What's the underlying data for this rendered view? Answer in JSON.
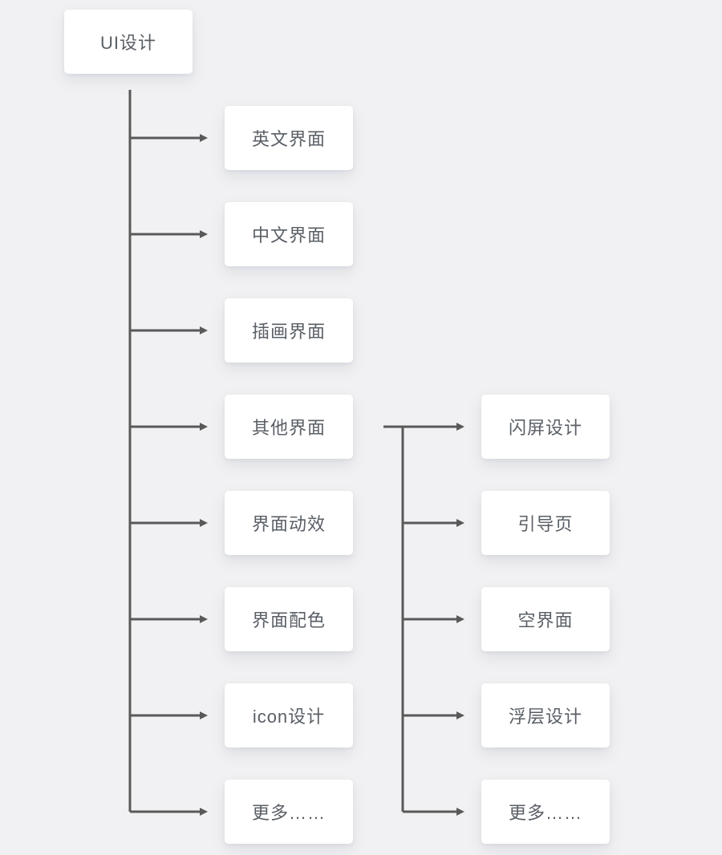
{
  "diagram": {
    "title": "UI design mind map",
    "colors": {
      "background": "#f1f1f3",
      "card_background": "#ffffff",
      "text": "#5a5f66",
      "connector": "#595959"
    },
    "root": {
      "label": "UI设计"
    },
    "level1": [
      {
        "label": "英文界面"
      },
      {
        "label": "中文界面"
      },
      {
        "label": "插画界面"
      },
      {
        "label": "其他界面"
      },
      {
        "label": "界面动效"
      },
      {
        "label": "界面配色"
      },
      {
        "label": "icon设计"
      },
      {
        "label": "更多……"
      }
    ],
    "level2_parent": "其他界面",
    "level2": [
      {
        "label": "闪屏设计"
      },
      {
        "label": "引导页"
      },
      {
        "label": "空界面"
      },
      {
        "label": "浮层设计"
      },
      {
        "label": "更多……"
      }
    ]
  }
}
